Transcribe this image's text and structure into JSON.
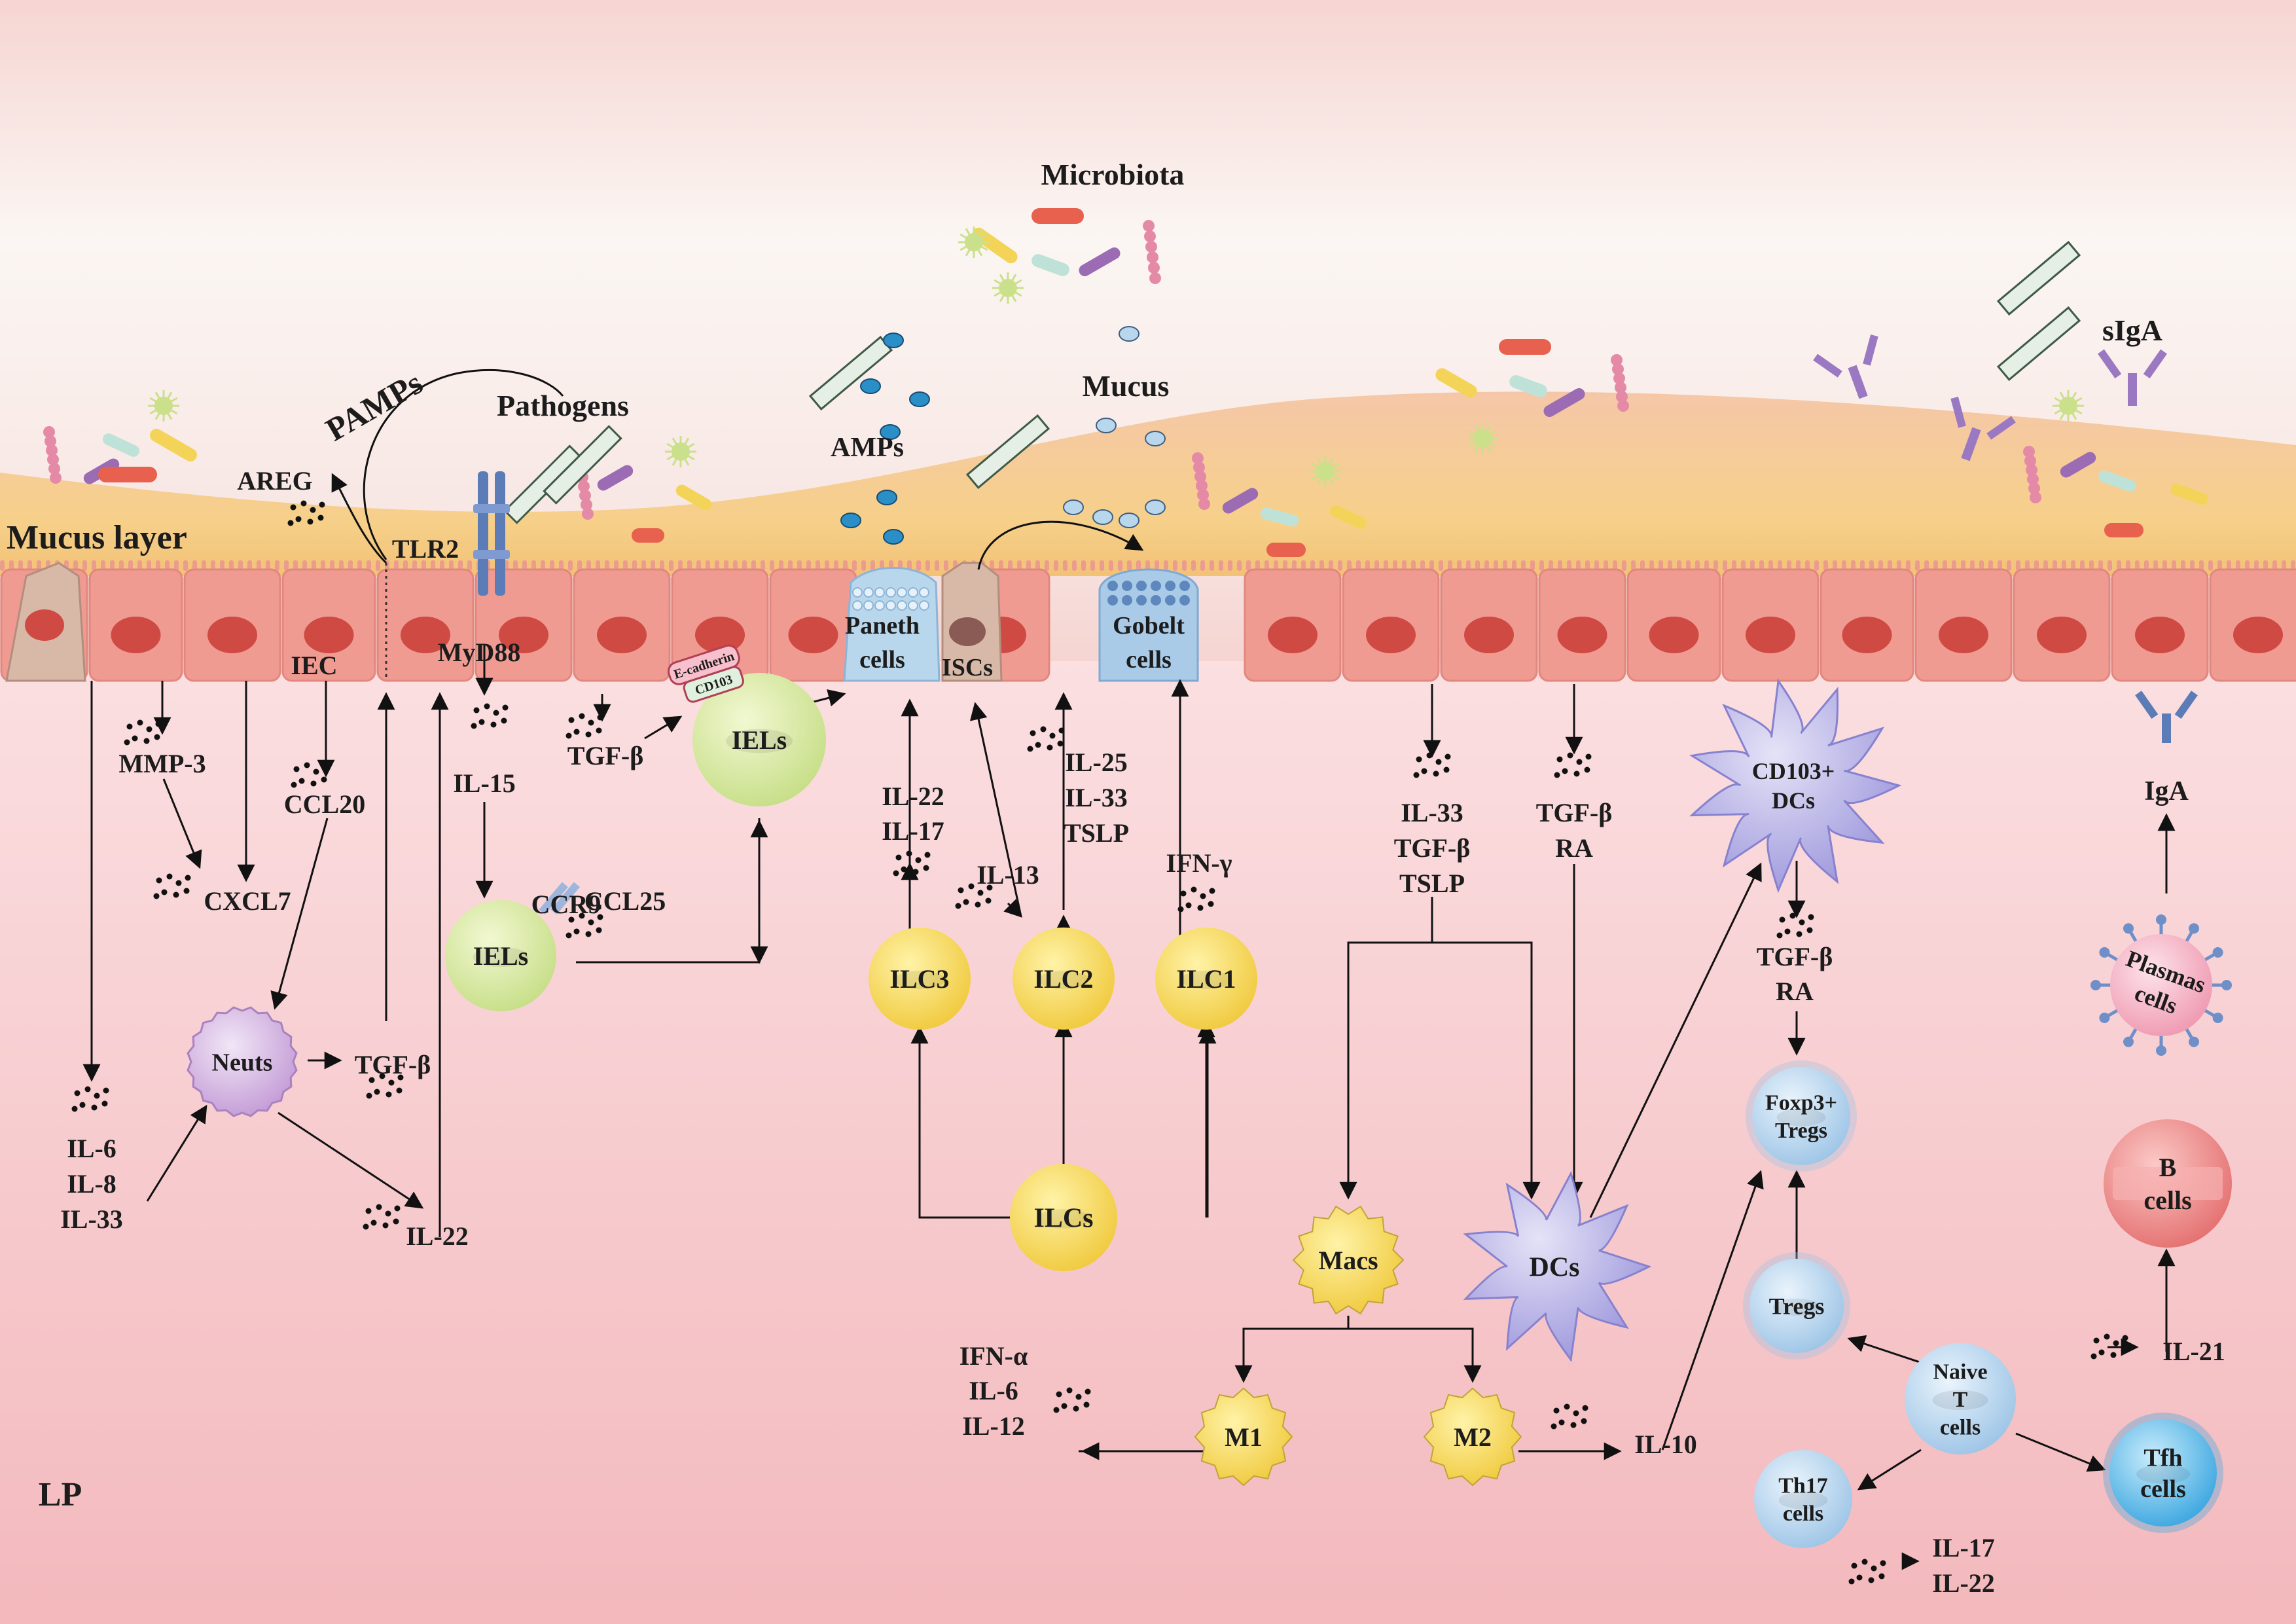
{
  "title": "",
  "colors": {
    "lumen_top": "#fbf7f4",
    "lumen_bottom": "#f4c9c6",
    "mucus": "#f3be9a",
    "mucus_band": "#f6cf7a",
    "epithelium": "#ef9b92",
    "nucleus": "#cf4a43",
    "lamina_propria": "#f6c3c7",
    "arrow": "#111111",
    "ilc": "#f6d659",
    "iel": "#d6e8a3",
    "treg": "#bcd8f0",
    "tfh": "#7ec8ee",
    "dc": "#b7b4e6",
    "mac": "#f1d35a",
    "neut": "#d7b8e4",
    "plasma": "#f3b6c6",
    "bcell": "#ee8f8f"
  },
  "labels": {
    "microbiota": "Microbiota",
    "mucus": "Mucus",
    "sIgA": "sIgA",
    "pamps": "PAMPs",
    "pathogens": "Pathogens",
    "amps": "AMPs",
    "mucus_layer": "Mucus layer",
    "lp": "LP",
    "tlr2": "TLR2",
    "myd88": "MyD88",
    "areg": "AREG",
    "iec": "IEC",
    "mmp3": "MMP-3",
    "ccl20": "CCL20",
    "cxcl7": "CXCL7",
    "il15": "IL-15",
    "tgfb_iel": "TGF-β",
    "ccr9": "CCR9",
    "ccl25": "CCL25",
    "il6": "IL-6",
    "il8": "IL-8",
    "il33_left": "IL-33",
    "tgfb_neut": "TGF-β",
    "il22_neut": "IL-22",
    "il22_ilc3": "IL-22",
    "il17_ilc3": "IL-17",
    "il13": "IL-13",
    "il25": "IL-25",
    "il33_ilc2": "IL-33",
    "tslp_ilc2": "TSLP",
    "ifng": "IFN-γ",
    "il33_mac": "IL-33",
    "tgfb_mac": "TGF-β",
    "tslp_mac": "TSLP",
    "tgfb_dc": "TGF-β",
    "ra_dc": "RA",
    "tgfb_treg": "TGF-β",
    "ra_treg": "RA",
    "iga": "IgA",
    "il21": "IL-21",
    "ifna": "IFN-α",
    "il6_m1": "IL-6",
    "il12": "IL-12",
    "il10": "IL-10",
    "il17_th17": "IL-17",
    "il22_th17": "IL-22",
    "e_cadherin": "E-cadherin",
    "cd103_tag": "CD103"
  },
  "cells": {
    "paneth": "Paneth cells",
    "iscs": "ISCs",
    "goblet": "Gobelt cells",
    "iels_top": "IELs",
    "iels_bottom": "IELs",
    "neuts": "Neuts",
    "ilc3": "ILC3",
    "ilc2": "ILC2",
    "ilc1": "ILC1",
    "ilcs": "ILCs",
    "macs": "Macs",
    "m1": "M1",
    "m2": "M2",
    "dcs": "DCs",
    "cd103_dcs": "CD103+ DCs",
    "foxp3_tregs": "Foxp3+ Tregs",
    "tregs": "Tregs",
    "naive_t": "Naive T cells",
    "th17": "Th17 cells",
    "tfh": "Tfh cells",
    "plasma": "Plasmas cells",
    "b_cells": "B cells"
  }
}
